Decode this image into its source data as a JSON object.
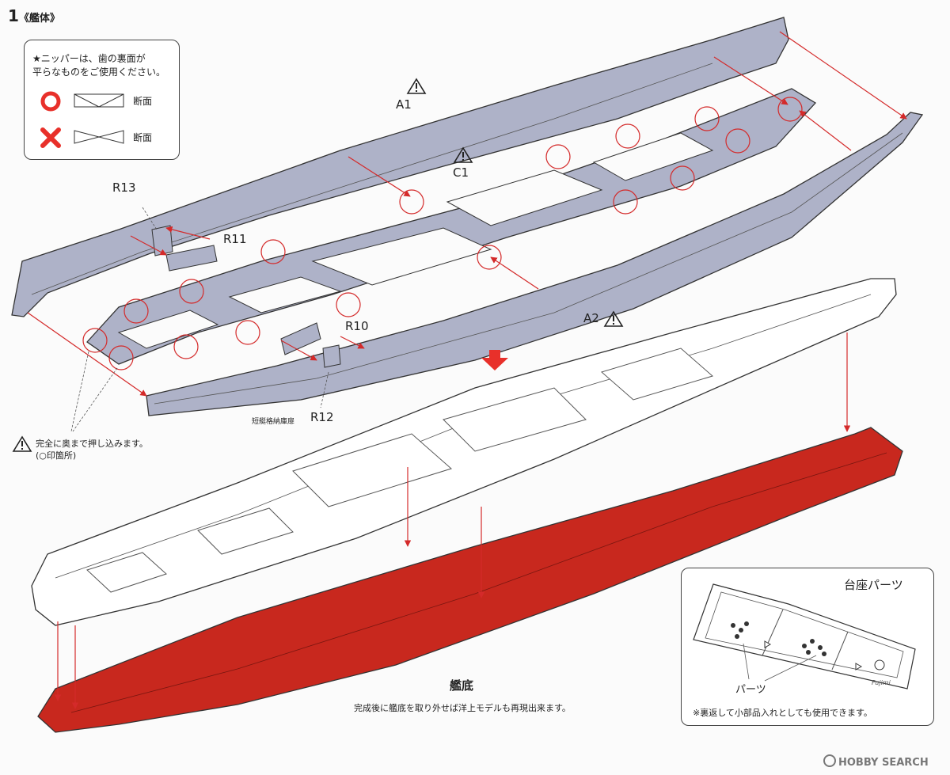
{
  "step": {
    "number": "1",
    "title": "《艦体》"
  },
  "nipper_note": {
    "line1": "★ニッパーは、歯の裏面が",
    "line2": "平らなものをご使用ください。",
    "ok_label": "断面",
    "ng_label": "断面"
  },
  "parts": {
    "a1": "A1",
    "c1": "C1",
    "a2": "A2",
    "r10": "R10",
    "r11": "R11",
    "r12": "R12",
    "r13": "R13"
  },
  "caution_note": {
    "line1": "完全に奥まで押し込みます。",
    "line2": "(○印箇所)"
  },
  "r12_small_label": "短艇格納庫扉",
  "hull_bottom": {
    "title": "艦底",
    "caption": "完成後に艦底を取り外せば洋上モデルも再現出来ます。"
  },
  "stand": {
    "title": "台座パーツ",
    "parts_label": "パーツ",
    "note": "※裏返して小部品入れとしても使用できます。",
    "maker_mark": "Fujimi"
  },
  "watermark": "HOBBY SEARCH",
  "colors": {
    "hull_parts": "#aeb2c8",
    "hull_bottom": "#c8281e",
    "arrow": "#d42a2a",
    "symbol_red": "#e8302a"
  }
}
